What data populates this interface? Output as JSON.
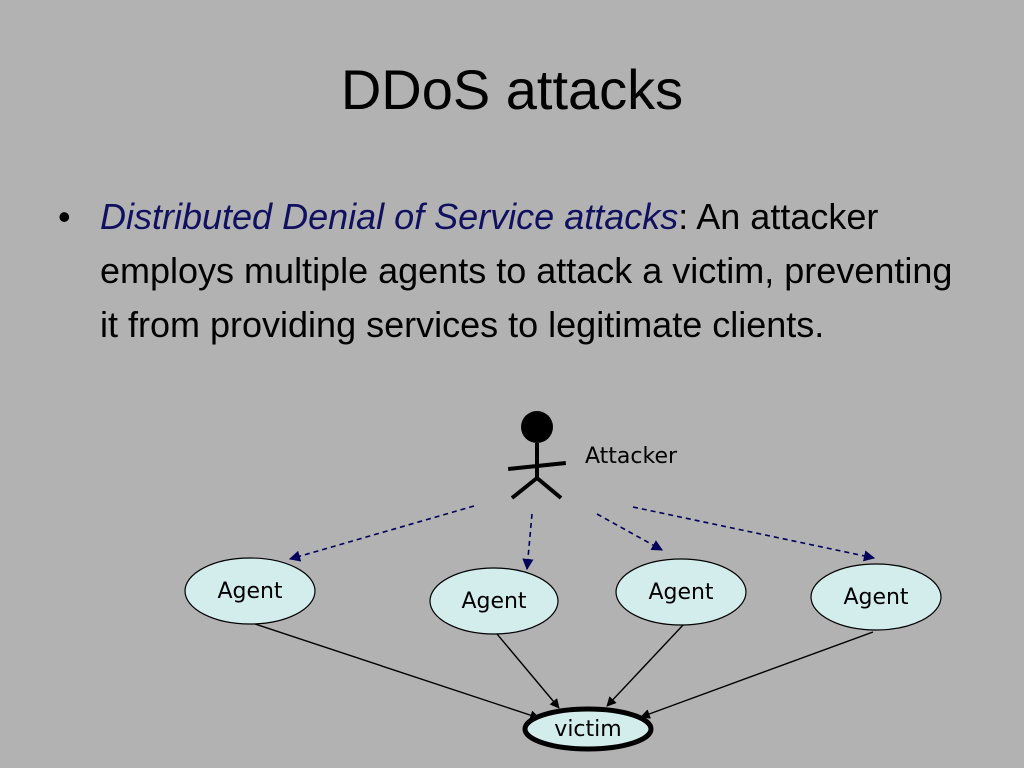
{
  "slide": {
    "title": "DDoS attacks",
    "bullet_symbol": "•",
    "bullet_term": "Distributed Denial of Service attacks",
    "bullet_rest": ": An attacker employs multiple  agents to attack a victim, preventing it from providing services to legitimate clients."
  },
  "diagram": {
    "attacker_label": "Attacker",
    "agents": [
      "Agent",
      "Agent",
      "Agent",
      "Agent"
    ],
    "victim_label": "victim"
  },
  "colors": {
    "background": "#b2b2b2",
    "node_fill": "#d3ecec",
    "term_color": "#101060",
    "dashed_arrow": "#00005a"
  }
}
